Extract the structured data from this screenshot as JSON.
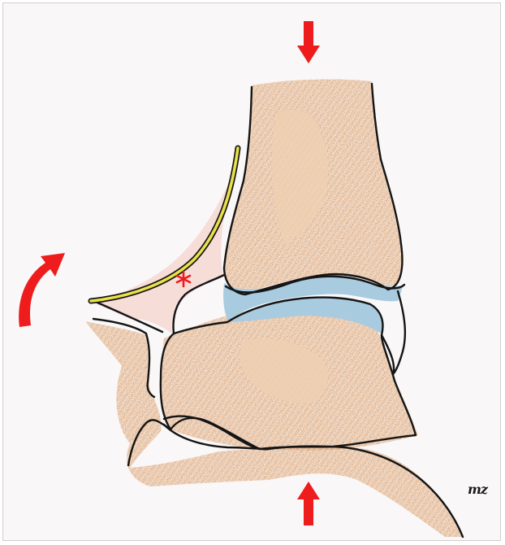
{
  "figure": {
    "signature": "mz",
    "colors": {
      "bone": "#dca373",
      "bone_light": "#ebc6a3",
      "cartilage": "#a9cbe0",
      "soft_tissue": "#f6d9d3",
      "capsule_line": "#e9e04a",
      "arrows_and_marker": "#ee1c1c",
      "outline": "#151515"
    },
    "icons": [
      "compression-arrow-down",
      "compression-arrow-up",
      "curved-rotation-arrow",
      "asterisk-marker"
    ]
  }
}
